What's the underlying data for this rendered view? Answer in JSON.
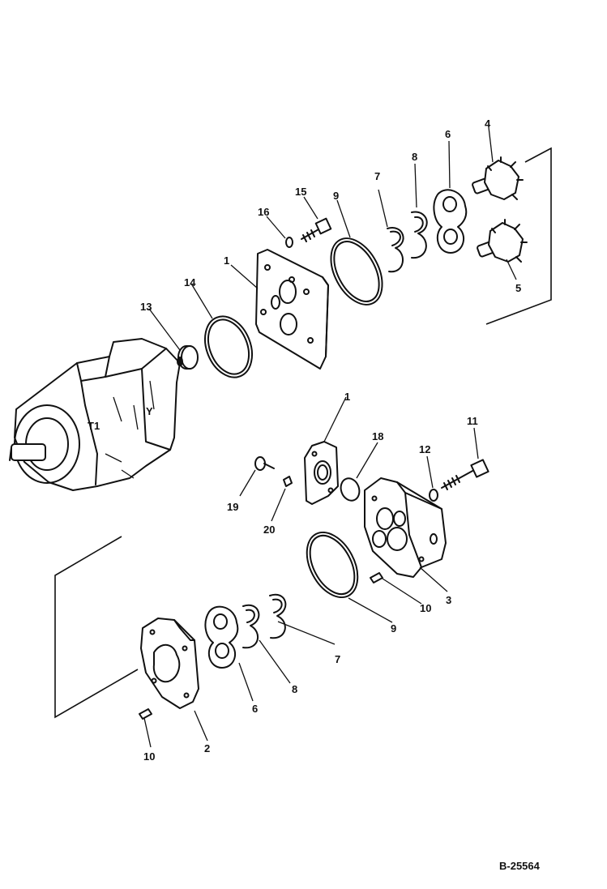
{
  "diagram": {
    "reference_code": "B-25564",
    "callouts": {
      "c1_top": "1",
      "c1_mid": "1",
      "c2": "2",
      "c3": "3",
      "c4": "4",
      "c5": "5",
      "c6_top": "6",
      "c6_bot": "6",
      "c7_top": "7",
      "c7_bot": "7",
      "c8_top": "8",
      "c8_bot": "8",
      "c9_top": "9",
      "c9_bot": "9",
      "c10_right": "10",
      "c10_left": "10",
      "c11": "11",
      "c12": "12",
      "c13": "13",
      "c14": "14",
      "c15": "15",
      "c16": "16",
      "c18": "18",
      "c19": "19",
      "c20": "20"
    }
  }
}
